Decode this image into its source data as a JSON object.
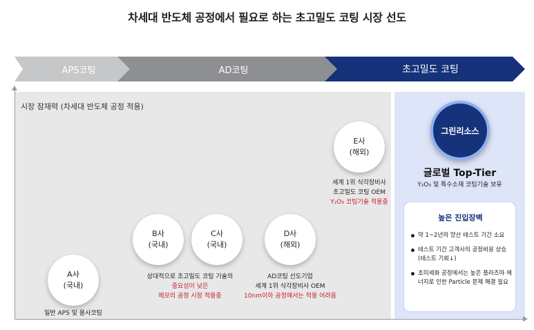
{
  "title": "차세대 반도체 공정에서 필요로 하는 초고밀도 코팅 시장 선도",
  "stages": {
    "aps": "APS코팅",
    "ad": "AD코팅",
    "ultra": "초고밀도 코팅"
  },
  "market_label": "시장 잠재력 (차세대 반도체 공정 적용)",
  "companies": {
    "a": {
      "name": "A사",
      "region": "(국내)",
      "caption": "일반 APS 및 용사코팅"
    },
    "b": {
      "name": "B사",
      "region": "(국내)"
    },
    "c": {
      "name": "C사",
      "region": "(국내)"
    },
    "bc_caption": {
      "line1": "상대적으로 초고밀도 코팅 기술의",
      "line2": "중요성이 낮은",
      "line3": "메모리 공정 시장 적용중"
    },
    "d": {
      "name": "D사",
      "region": "(해외)",
      "caption1": "AD코팅 선도기업",
      "caption2": "세계 1위 식각장비사 OEM",
      "caption3": "10nm이하 공정에서는 적용 어려움"
    },
    "e": {
      "name": "E사",
      "region": "(해외)",
      "caption1": "세계 1위 식각장비사",
      "caption2": "초고밀도 코팅 OEM",
      "caption3": "Y₂O₃ 코팅기술 적용중"
    }
  },
  "highlight": {
    "company": "그린리소스",
    "headline": "글로벌 Top-Tier",
    "sub": "Y₂O₃ 및 특수소재 코팅기술 보유",
    "barrier_title": "높은 진입장벽",
    "bullets": [
      "약 1~2년의 양산 테스트 기간 소요",
      "테스트 기간 고객사의 공정비용 상승(테스트 기회↓)",
      "초미세화 공정에서는 높은 플라즈마 에너지로 인한 Particle 문제 해결 필요"
    ]
  },
  "colors": {
    "navy": "#15327a",
    "red": "#c4202f",
    "grey_light": "#c6c7c9",
    "grey_dark": "#8d8f92"
  }
}
